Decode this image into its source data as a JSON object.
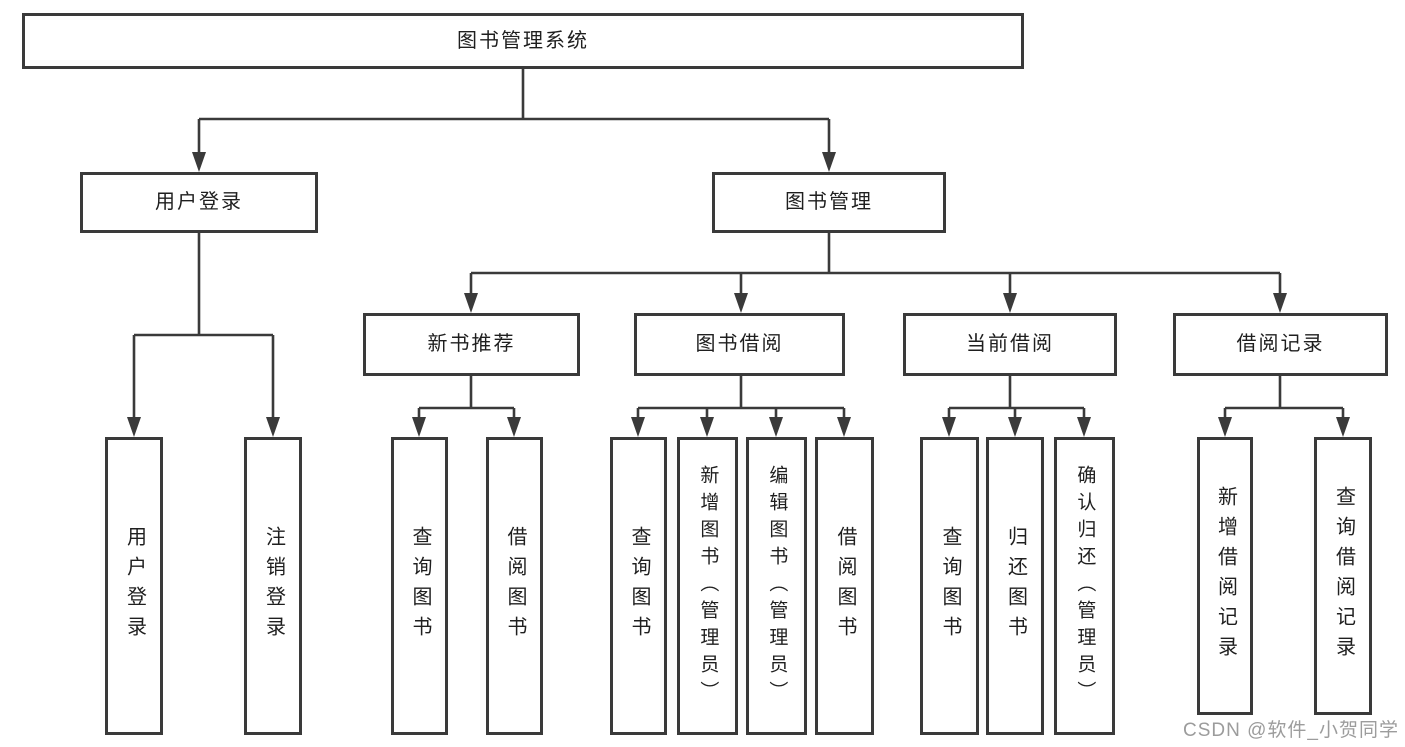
{
  "chart": {
    "type": "hierarchy-diagram",
    "root": "图书管理系统",
    "level2": [
      "用户登录",
      "图书管理"
    ],
    "level3": [
      "新书推荐",
      "图书借阅",
      "当前借阅",
      "借阅记录"
    ],
    "leaves": [
      "用户登录",
      "注销登录",
      "查询图书",
      "借阅图书",
      "查询图书",
      "新增图书（管理员）",
      "编辑图书（管理员）",
      "借阅图书",
      "查询图书",
      "归还图书",
      "确认归还（管理员）",
      "新增借阅记录",
      "查询借阅记录"
    ],
    "hierarchy": {
      "图书管理系统": {
        "用户登录": [
          "用户登录",
          "注销登录"
        ],
        "图书管理": {
          "新书推荐": [
            "查询图书",
            "借阅图书"
          ],
          "图书借阅": [
            "查询图书",
            "新增图书（管理员）",
            "编辑图书（管理员）",
            "借阅图书"
          ],
          "当前借阅": [
            "查询图书",
            "归还图书",
            "确认归还（管理员）"
          ],
          "借阅记录": [
            "新增借阅记录",
            "查询借阅记录"
          ]
        }
      }
    }
  },
  "watermark": "CSDN @软件_小贺同学",
  "colors": {
    "line": "#3a3a3a",
    "box_border": "#3a3a3a",
    "box_fill": "#ffffff",
    "text": "#1f1f1f",
    "watermark": "#9c9c9c",
    "background": "#ffffff"
  }
}
